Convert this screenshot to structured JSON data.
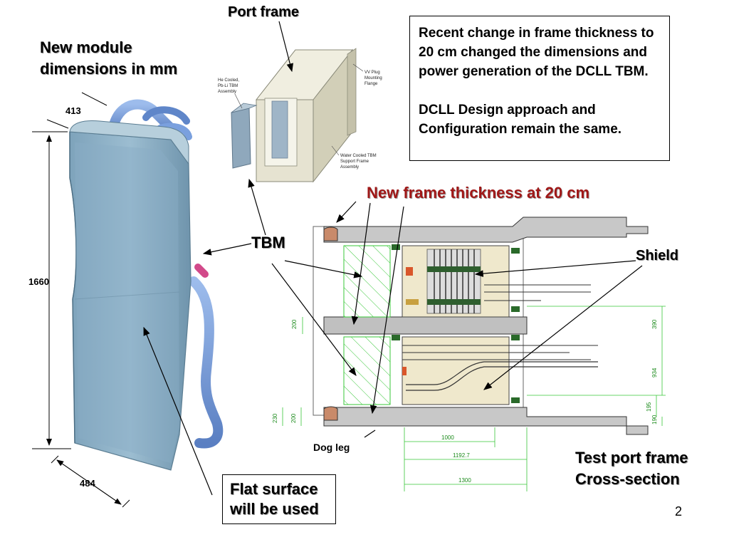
{
  "titles": {
    "new_module_line1": "New module",
    "new_module_line2": "dimensions in mm",
    "port_frame": "Port frame",
    "tbm": "TBM",
    "new_frame": "New frame thickness at 20 cm",
    "shield": "Shield",
    "dog_leg": "Dog leg",
    "test_port_line1": "Test port frame",
    "test_port_line2": "Cross-section",
    "page_number": "2"
  },
  "note": {
    "para1": "Recent change in frame thickness to 20 cm changed the dimensions and power generation of the DCLL TBM.",
    "para2": "DCLL Design approach and Configuration remain the same."
  },
  "flat_surface": {
    "line1": "Flat surface",
    "line2": "will be used"
  },
  "module_dims": {
    "width_top": "413",
    "height": "1660",
    "width_bottom": "484"
  },
  "port_frame_labels": {
    "he_cooled": [
      "He Cooled,",
      "Pb-Li TBM",
      "Assembly"
    ],
    "vv_plug": [
      "VV Plug",
      "Mounting",
      "Flange"
    ],
    "water_cooled": [
      "Water Cooled TBM",
      "Support Frame",
      "Assembly"
    ]
  },
  "cross_section_dims": {
    "d200_left": "200",
    "d230": "230",
    "d200_bottom": "200",
    "d390": "390",
    "d934": "934",
    "d195": "195",
    "d190": "190",
    "d1000": "1000",
    "d1192": "1192.7",
    "d1300": "1300"
  },
  "colors": {
    "module_fill": "#8fb3c9",
    "pipe_fill": "#6f97d8",
    "frame_gray": "#c8c8c8",
    "hatch_green": "#39c739",
    "dim_green": "#1a8a1a",
    "red_title": "#a01818"
  }
}
